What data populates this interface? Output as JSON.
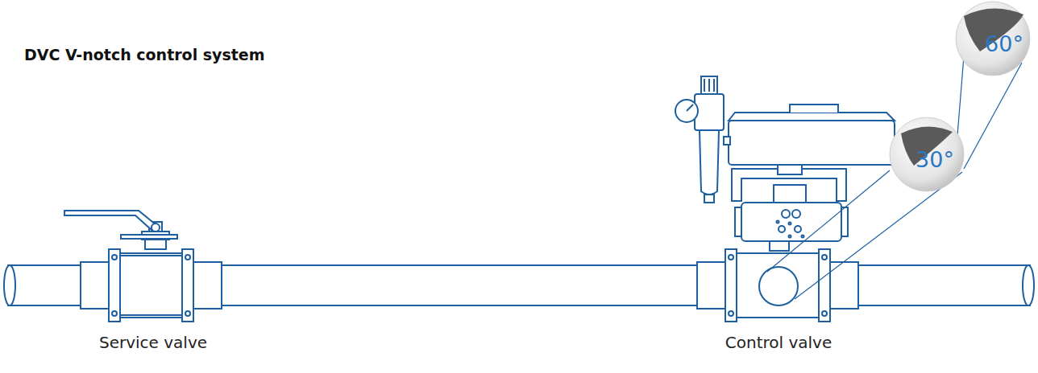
{
  "diagram": {
    "title": "DVC V-notch control system",
    "labels": [
      "Service valve",
      "Control valve",
      "30°",
      "60°"
    ]
  }
}
